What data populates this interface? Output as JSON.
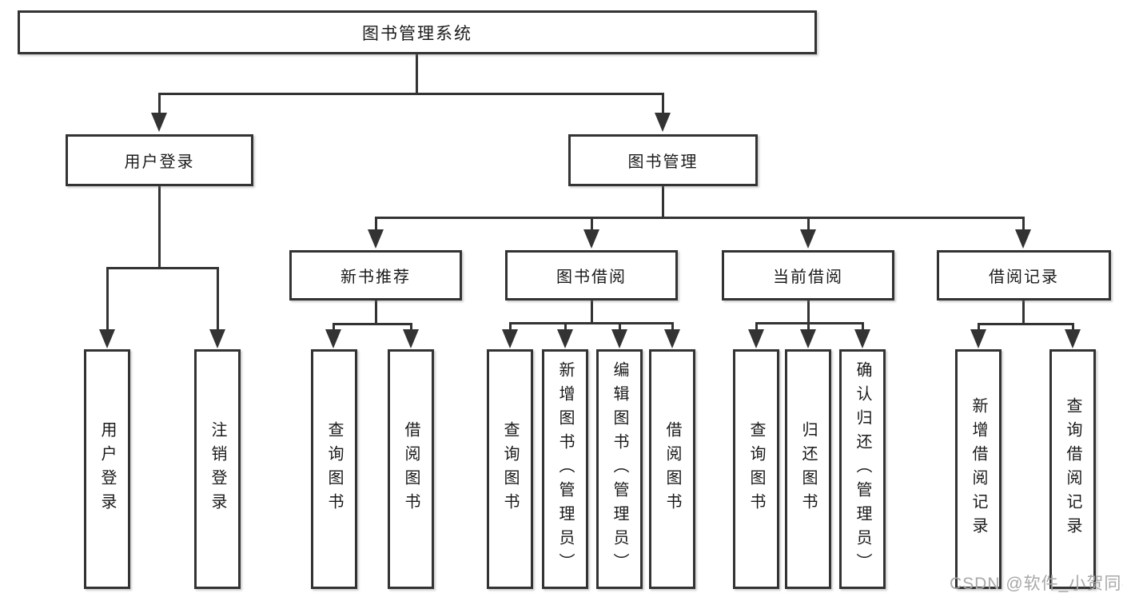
{
  "tree": {
    "label": "图书管理系统",
    "children": [
      {
        "label": "用户登录",
        "children": [
          {
            "label": "用户登录"
          },
          {
            "label": "注销登录"
          }
        ]
      },
      {
        "label": "图书管理",
        "children": [
          {
            "label": "新书推荐",
            "children": [
              {
                "label": "查询图书"
              },
              {
                "label": "借阅图书"
              }
            ]
          },
          {
            "label": "图书借阅",
            "children": [
              {
                "label": "查询图书"
              },
              {
                "label": "新增图书（管理员）"
              },
              {
                "label": "编辑图书（管理员）"
              },
              {
                "label": "借阅图书"
              }
            ]
          },
          {
            "label": "当前借阅",
            "children": [
              {
                "label": "查询图书"
              },
              {
                "label": "归还图书"
              },
              {
                "label": "确认归还（管理员）"
              }
            ]
          },
          {
            "label": "借阅记录",
            "children": [
              {
                "label": "新增借阅记录"
              },
              {
                "label": "查询借阅记录"
              }
            ]
          }
        ]
      }
    ]
  },
  "watermark": "CSDN @软件_小贺同学",
  "colors": {
    "line": "#333333",
    "text": "#1a1a1a",
    "watermark": "#a8a8a8",
    "background": "#ffffff"
  }
}
